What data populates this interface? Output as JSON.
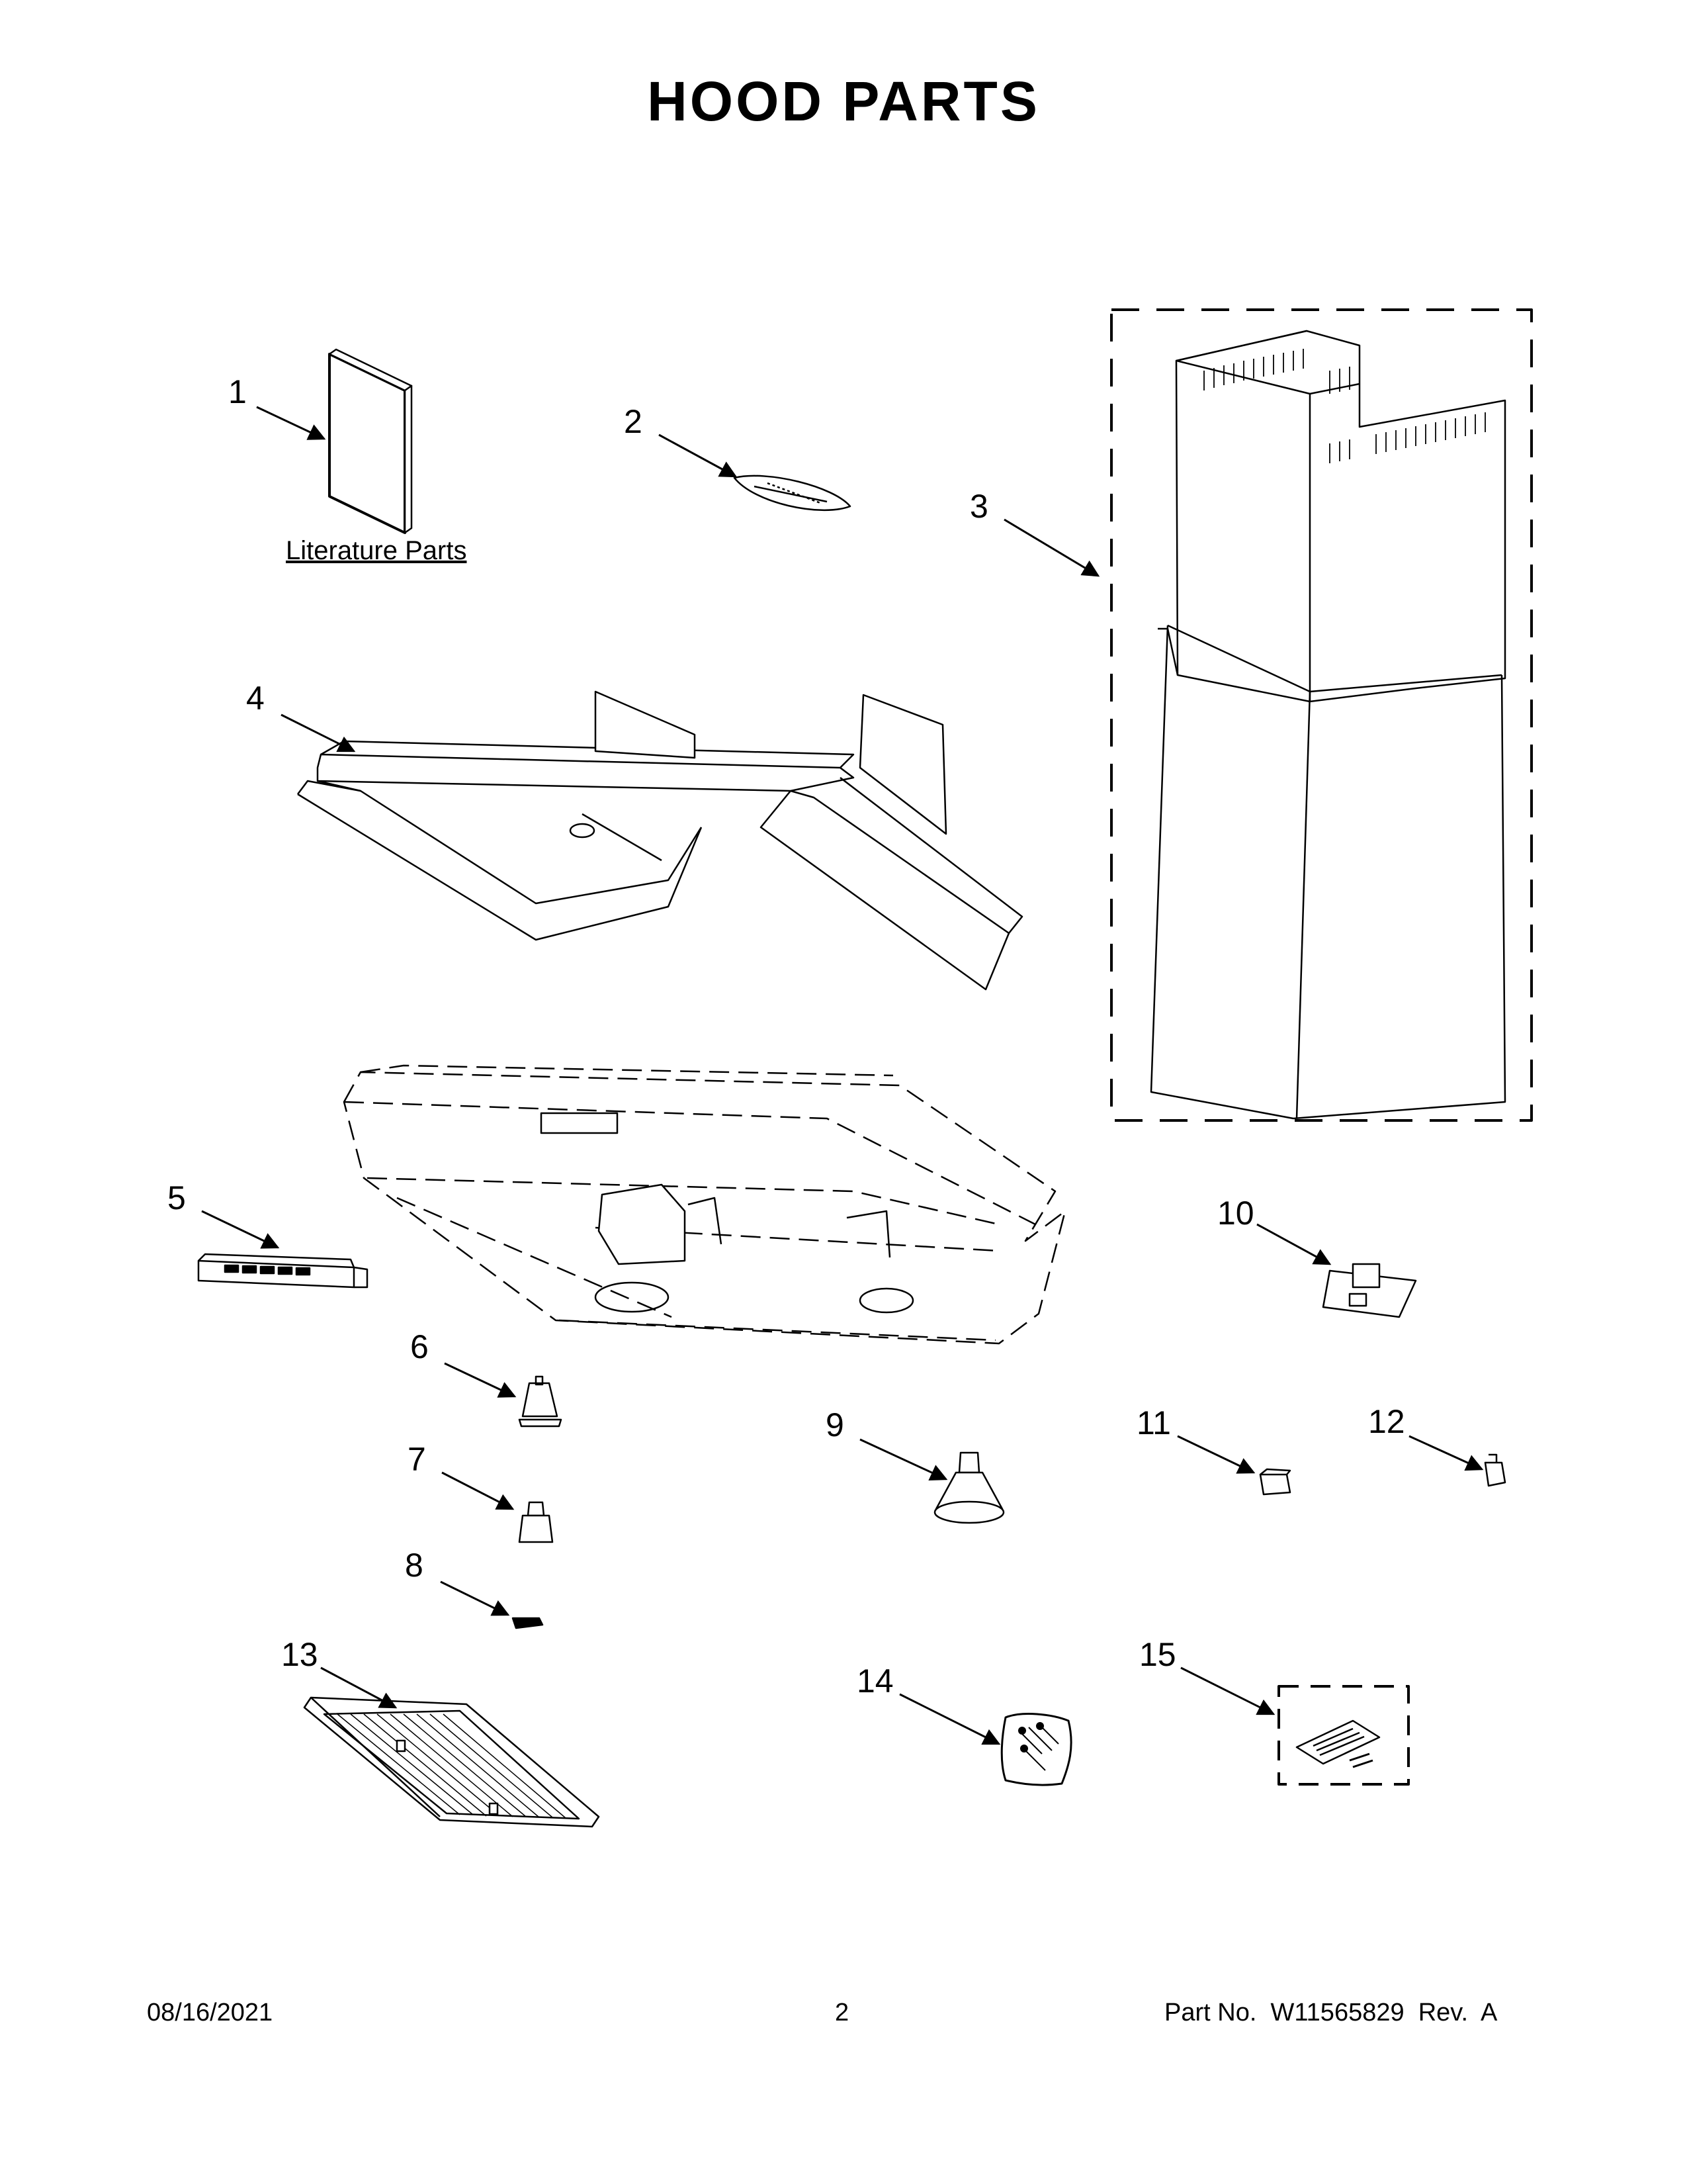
{
  "title": "HOOD PARTS",
  "literature_label": "Literature Parts",
  "callouts": [
    "1",
    "2",
    "3",
    "4",
    "5",
    "6",
    "7",
    "8",
    "9",
    "10",
    "11",
    "12",
    "13",
    "14",
    "15"
  ],
  "footer": {
    "date": "08/16/2021",
    "page": "2",
    "part_no": "Part No.  W11565829  Rev.  A"
  }
}
